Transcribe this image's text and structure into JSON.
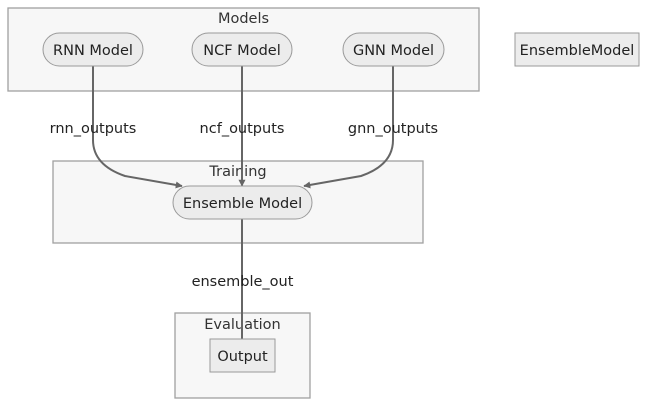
{
  "clusters": {
    "models": "Models",
    "training": "Training",
    "evaluation": "Evaluation"
  },
  "nodes": {
    "rnn": "RNN Model",
    "ncf": "NCF Model",
    "gnn": "GNN Model",
    "ensemble_model_standalone": "EnsembleModel",
    "ensemble": "Ensemble Model",
    "output": "Output"
  },
  "edges": {
    "rnn_outputs": "rnn_outputs",
    "ncf_outputs": "ncf_outputs",
    "gnn_outputs": "gnn_outputs",
    "ensemble_out": "ensemble_out"
  },
  "colors": {
    "cluster_fill": "#f7f7f7",
    "cluster_stroke": "#a0a0a0",
    "node_fill": "#ececec",
    "node_stroke": "#9a9a9a",
    "edge": "#666666"
  }
}
